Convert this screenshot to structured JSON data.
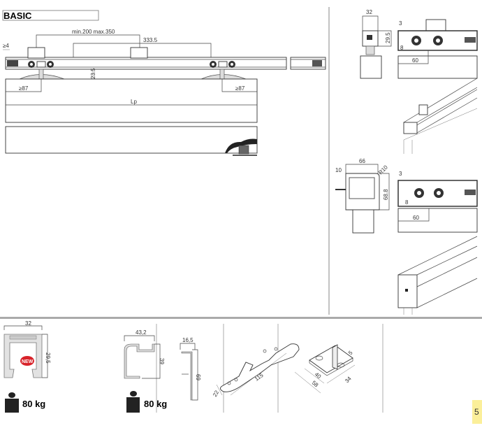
{
  "header": {
    "title": "BASIC"
  },
  "main_drawing": {
    "dim_min_max": "min.200  max.350",
    "dim_333": "333.5",
    "dim_gap": "≥4",
    "dim_height": "23.5",
    "dim_left_offset": "≥87",
    "dim_right_offset": "≥87",
    "dim_length": "Lp"
  },
  "side_details": {
    "section1": {
      "width": "32",
      "height": "29.5"
    },
    "side1": {
      "top": "3",
      "bottom": "8",
      "offset": "60"
    },
    "section2": {
      "width": "66",
      "left": "10",
      "radius": "R10",
      "height": "68.8"
    },
    "side2": {
      "top": "3",
      "bottom": "8",
      "offset": "60"
    }
  },
  "components": {
    "profile": {
      "width": "32",
      "height": "29,5",
      "badge": "NEW",
      "load": "80 kg"
    },
    "cover_profile": {
      "width": "43,2",
      "height": "39",
      "load": "80 kg"
    },
    "end_profile": {
      "width": "16,5",
      "height": "69"
    },
    "plate": {
      "length": "115",
      "width": "22"
    },
    "floor_guide": {
      "length": "58",
      "inner": "40",
      "width": "34",
      "gap": "5"
    }
  },
  "page_tab": {
    "label": "5"
  },
  "colors": {
    "badge": "#d8232a",
    "tab": "#fbef9a"
  }
}
